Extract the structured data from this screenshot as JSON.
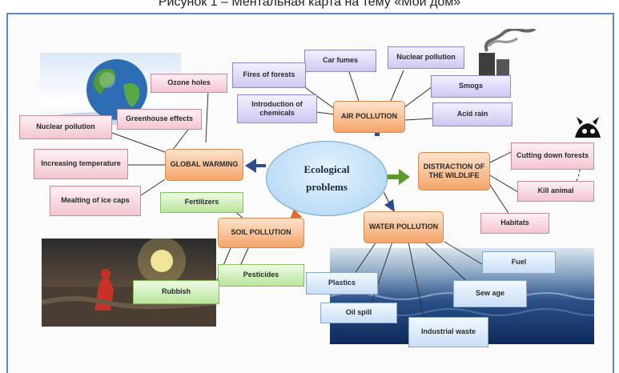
{
  "caption": "Рисунок 1 – Ментальная карта на тему «Мой дом»",
  "center": {
    "line1": "Ecological",
    "line2": "problems"
  },
  "air": {
    "title": "AIR POLLUTION",
    "car_fumes": "Car fumes",
    "nuclear": "Nuclear pollution",
    "smogs": "Smogs",
    "acid_rain": "Acid rain",
    "fires": "Fires of forests",
    "chemicals": "Introduction of chemicals"
  },
  "global": {
    "title": "GLOBAL WARMING",
    "ozone": "Ozone holes",
    "greenhouse": "Greenhouse effects",
    "nuclear": "Nuclear pollution",
    "temperature": "Increasing temperature",
    "ice": "Mealting of ice caps"
  },
  "wildlife": {
    "title": "DISTRACTION OF THE WILDLIFE",
    "cutting": "Cutting down forests",
    "kill": "Kill animal",
    "habitats": "Habitats"
  },
  "soil": {
    "title": "SOIL POLLUTION",
    "fertilizers": "Fertilizers",
    "pesticides": "Pesticides",
    "rubbish": "Rubbish"
  },
  "water": {
    "title": "WATER POLLUTION",
    "plastics": "Plastics",
    "oil": "Oil spill",
    "industrial": "Industrial waste",
    "sewage": "Sew age",
    "fuel": "Fuel"
  },
  "colors": {
    "arrow_blue": "#2f4c8c",
    "arrow_green": "#5c9a2c",
    "arrow_orange": "#e36a2b",
    "frame": "#5b87c7"
  }
}
